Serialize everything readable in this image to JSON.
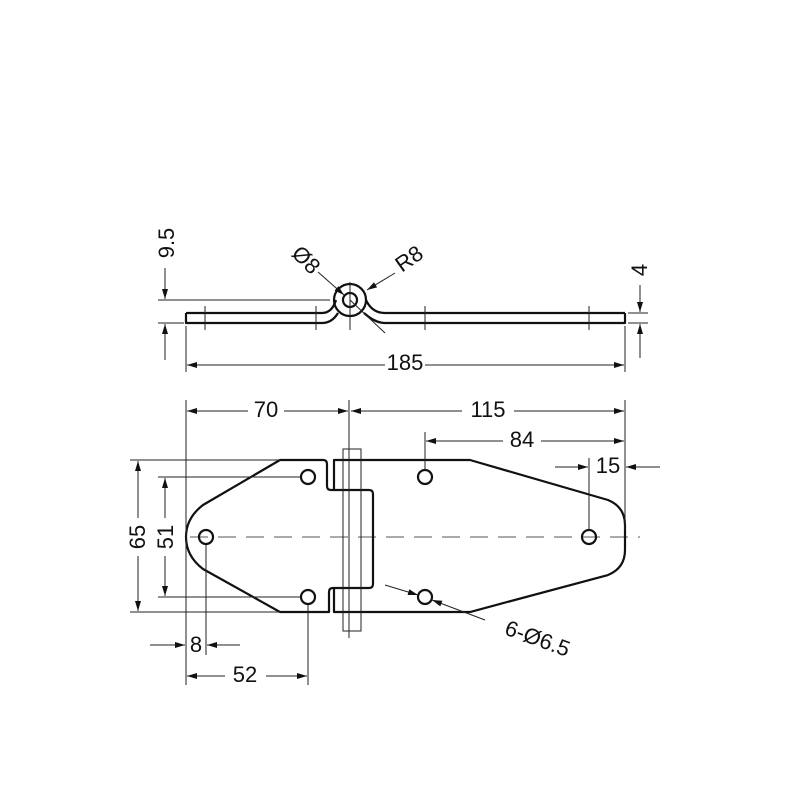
{
  "drawing": {
    "top_view": {
      "overall_length": "185",
      "knuckle_height": "9.5",
      "plate_thickness": "4",
      "pin_diameter": "Ø8",
      "knuckle_radius": "R8"
    },
    "plan_view": {
      "left_leaf_length": "70",
      "right_leaf_length": "115",
      "hole_span_right": "84",
      "hole_offset_right": "15",
      "overall_width": "65",
      "hole_spacing_vertical": "51",
      "hole_offset_left": "8",
      "hole_span_left": "52",
      "hole_callout": "6-Ø6.5"
    }
  }
}
